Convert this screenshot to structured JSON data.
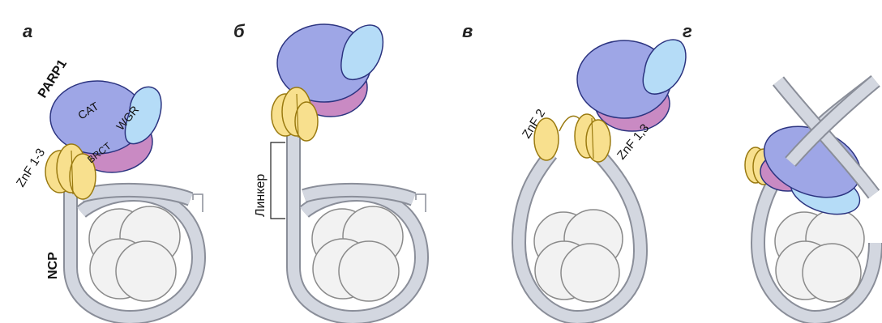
{
  "panels": [
    {
      "letter": "а",
      "labels": {
        "protein": "PARP1",
        "cat": "CAT",
        "wgr": "WGR",
        "brct": "BRCT",
        "znf": "ZnF 1-3",
        "ncp": "NCP"
      }
    },
    {
      "letter": "б",
      "labels": {
        "linker": "Линкер"
      }
    },
    {
      "letter": "в",
      "labels": {
        "znf2": "ZnF 2",
        "znf13": "ZnF 1,3"
      }
    },
    {
      "letter": "г",
      "labels": {}
    }
  ],
  "colors": {
    "cat": "#9ea6e6",
    "wgr": "#b5dcf7",
    "brct": "#c98ac3",
    "znf": "#f8e08e",
    "znf_stroke": "#9a7a10",
    "protein_stroke": "#2c3480",
    "dna": "#d3d7e0",
    "dna_stroke": "#8a8e99",
    "histone": "#f2f2f2",
    "histone_stroke": "#8a8a8a"
  }
}
